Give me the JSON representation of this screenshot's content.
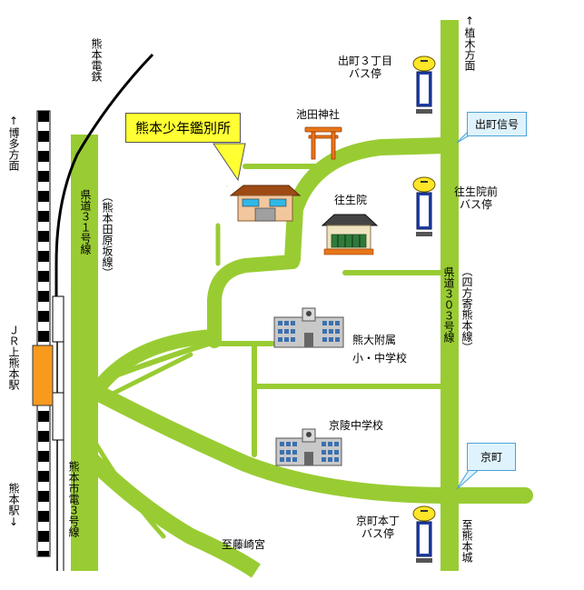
{
  "title": "熊本少年鑑別所",
  "colors": {
    "road": "#99cc33",
    "rail_black": "#000000",
    "station": "#f79a1e",
    "sign_blue": "#1f3fa8",
    "sign_yellow": "#ffe629",
    "callout_yellow": "#ffff33",
    "callout_blue": "#dff3ff"
  },
  "labels": {
    "kumamoto_dentetsu": "熊本電鉄",
    "hakata_dir": "↑博多方面",
    "jr_station": "ＪＲ上熊本駅",
    "kumamoto_eki": "熊本駅↓",
    "route31": "県道３１号線",
    "route31_sub": "（熊本田原坂線）",
    "shiden": "熊本市電３号線",
    "route303": "県道３０３号線",
    "route303_sub": "（四方寄熊本線）",
    "ueki_dir": "↑植木方面",
    "ikeda_shrine": "池田神社",
    "ojoin": "往生院",
    "kumadai_line1": "熊大附属",
    "kumadai_line2": "小・中学校",
    "kyoryo": "京陵中学校",
    "fujisakigu": "至藤崎宮",
    "kumamoto_jo": "至熊本城"
  },
  "bus_stops": {
    "demachi3": {
      "line1": "出町３丁目",
      "line2": "バス停"
    },
    "ojoinmae": {
      "line1": "往生院前",
      "line2": "バス停"
    },
    "kyomachi": {
      "line1": "京町本丁",
      "line2": "バス停"
    }
  },
  "signals": {
    "demachi": "出町信号",
    "kyomachi": "京町"
  }
}
